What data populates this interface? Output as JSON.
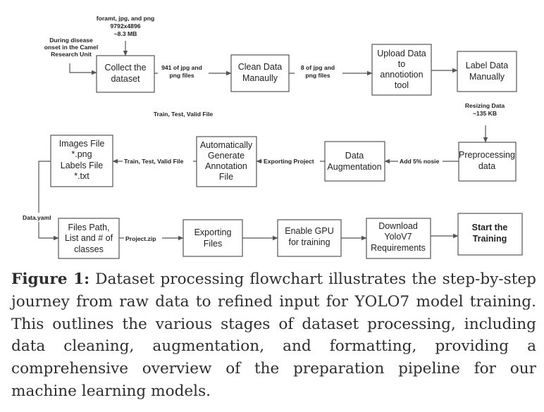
{
  "nodes": {
    "collect": [
      "Collect the",
      "dataset"
    ],
    "clean": [
      "Clean Data",
      "Manaully"
    ],
    "upload": [
      "Upload Data",
      "to",
      "annotiotion",
      "tool"
    ],
    "label": [
      "Label Data",
      "Manually"
    ],
    "preprocess": [
      "Preprocessing",
      "data"
    ],
    "augment": [
      "Data",
      "Augmentation"
    ],
    "annotate": [
      "Automatically",
      "Generate",
      "Annotation",
      "File"
    ],
    "images": [
      "Images File",
      "*.png",
      "Labels File",
      "*.txt"
    ],
    "files_path": [
      "Files Path,",
      "List and # of",
      "classes"
    ],
    "export": [
      "Exporting",
      "Files"
    ],
    "gpu": [
      "Enable GPU",
      "for training"
    ],
    "download": [
      "Download",
      "YoloV7",
      "Requirements"
    ],
    "start": [
      "Start the",
      "Training"
    ]
  },
  "notes": {
    "format": [
      "foramt, jpg, and png",
      "9792x4896",
      "~8.3 MB"
    ],
    "onset": [
      "During disease",
      "onset in the Camel",
      "Research Unit"
    ],
    "train_split_top": "Train, Test, Valid File",
    "resizing": [
      "Resizing Data",
      "~135 KB"
    ]
  },
  "edge_labels": {
    "collect_clean": [
      "941 of jpg and",
      "png files"
    ],
    "clean_upload": [
      "8 of jpg and",
      "png files"
    ],
    "preprocess_augment": "Add 5% nosie",
    "augment_annotate": "Exporting Project",
    "annotate_images": "Train, Test, Valid File",
    "data_yaml": "Data.yaml",
    "files_export": "Project.zip"
  },
  "caption": {
    "label": "Figure 1:",
    "text": " Dataset processing flowchart illustrates the step-by-step journey from raw data to refined input for YOLO7 model training. This outlines the various stages of dataset processing, including data cleaning, augmentation, and formatting, providing a comprehensive overview of the preparation pipeline for our machine learning models."
  }
}
